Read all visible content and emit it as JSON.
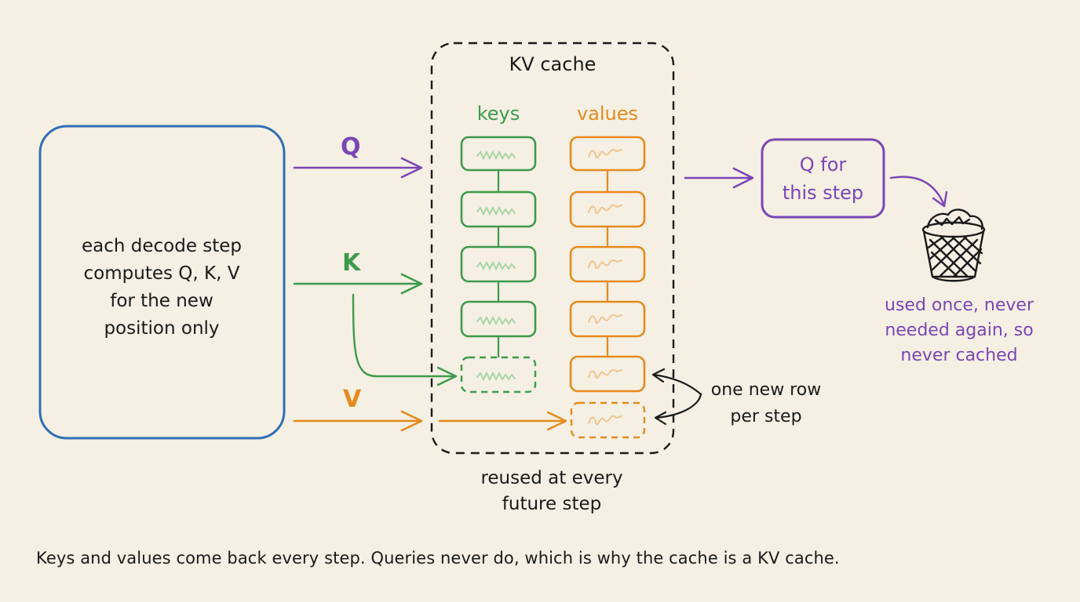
{
  "decode_box": {
    "lines": [
      "each decode step",
      "computes Q, K, V",
      "for the new",
      "position only"
    ]
  },
  "arrows": {
    "q": "Q",
    "k": "K",
    "v": "V"
  },
  "cache": {
    "title": "KV cache",
    "keys_label": "keys",
    "values_label": "values",
    "new_row_note": [
      "one new row",
      "per step"
    ],
    "reuse_note": [
      "reused at every",
      "future step"
    ]
  },
  "query_box": {
    "lines": [
      "Q for",
      "this step"
    ]
  },
  "discard_note": [
    "used once, never",
    "needed again, so",
    "never cached"
  ],
  "caption": "Keys and values come back every step. Queries never do, which is why the cache is a KV cache.",
  "colors": {
    "blue": "#2f6fb5",
    "purple": "#7b45b5",
    "green": "#3d9a4c",
    "orange": "#e68a1c",
    "ink": "#1a1a1a",
    "background": "#f5f0e3"
  }
}
